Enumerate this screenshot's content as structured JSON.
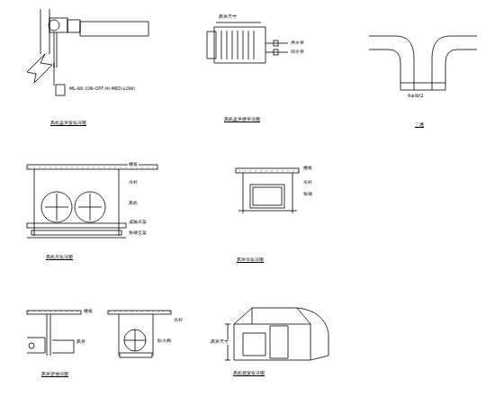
{
  "diagram": {
    "labels": [
      "ML-88 (ON-OFF,HI-MED-LOW)",
      "风机盘管安装详图",
      "风管尺寸",
      "供水管",
      "回水管",
      "风机盘管接管详图",
      "三通",
      "R≥W/2",
      "楼板",
      "吊杆",
      "风机",
      "减振吊架",
      "角钢支架",
      "风机吊装详图",
      "楼板",
      "吊杆",
      "角钢",
      "风管吊装详图",
      "楼板",
      "风管",
      "吊杆",
      "防火阀",
      "风管穿墙详图",
      "风管尺寸",
      "风机箱安装详图"
    ]
  }
}
